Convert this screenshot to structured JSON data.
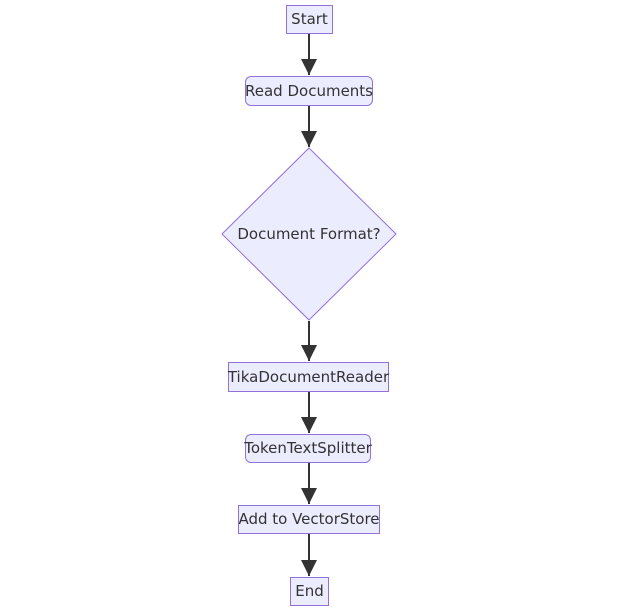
{
  "diagram": {
    "type": "flowchart",
    "direction": "top-to-bottom",
    "colors": {
      "node_fill": "#ECECFF",
      "node_border": "#9370DB",
      "edge": "#333333",
      "text": "#333333",
      "background": "#ffffff"
    },
    "nodes": [
      {
        "id": "start",
        "label": "Start",
        "shape": "rectangle"
      },
      {
        "id": "read_documents",
        "label": "Read Documents",
        "shape": "rounded-rectangle"
      },
      {
        "id": "document_format",
        "label": "Document Format?",
        "shape": "diamond"
      },
      {
        "id": "tika_document_reader",
        "label": "TikaDocumentReader",
        "shape": "rectangle"
      },
      {
        "id": "token_text_splitter",
        "label": "TokenTextSplitter",
        "shape": "rounded-rectangle"
      },
      {
        "id": "add_to_vectorstore",
        "label": "Add to VectorStore",
        "shape": "rectangle"
      },
      {
        "id": "end",
        "label": "End",
        "shape": "rectangle"
      }
    ],
    "edges": [
      {
        "from": "start",
        "to": "read_documents",
        "label": ""
      },
      {
        "from": "read_documents",
        "to": "document_format",
        "label": ""
      },
      {
        "from": "document_format",
        "to": "tika_document_reader",
        "label": ""
      },
      {
        "from": "tika_document_reader",
        "to": "token_text_splitter",
        "label": ""
      },
      {
        "from": "token_text_splitter",
        "to": "add_to_vectorstore",
        "label": ""
      },
      {
        "from": "add_to_vectorstore",
        "to": "end",
        "label": ""
      }
    ]
  }
}
